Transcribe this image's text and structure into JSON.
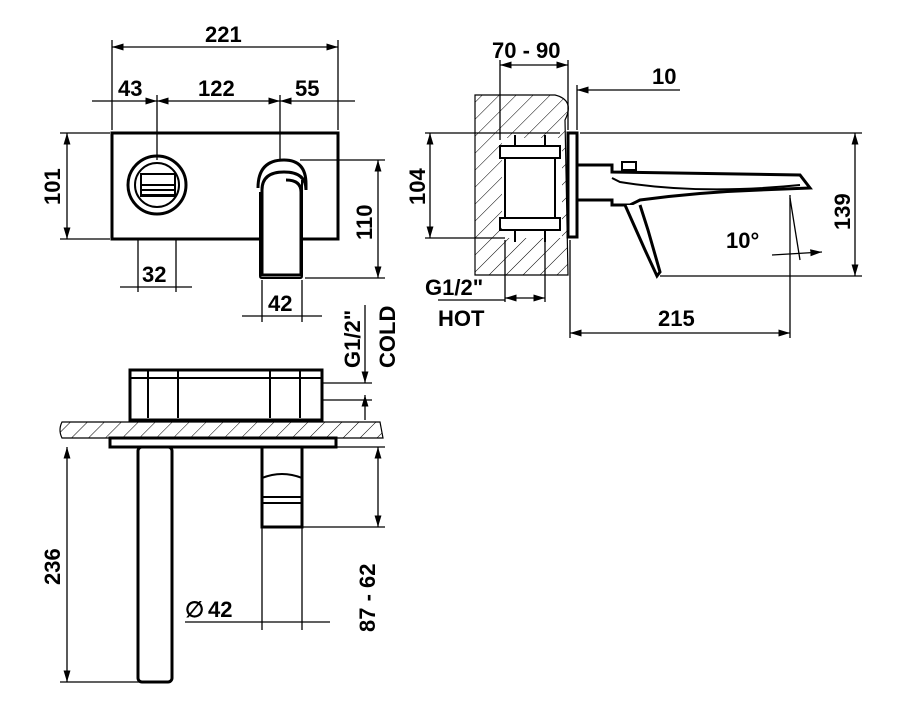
{
  "front_view": {
    "dim_overall_width": "221",
    "dim_left_offset": "43",
    "dim_center_spacing": "122",
    "dim_right_offset": "55",
    "dim_plate_height": "101",
    "dim_handle_drop": "110",
    "dim_control_width": "32",
    "dim_spout_width": "42"
  },
  "side_view": {
    "dim_wall_depth": "70 - 90",
    "dim_plate_thickness": "10",
    "dim_body_height": "104",
    "dim_total_height": "139",
    "dim_projection": "215",
    "dim_angle": "10°",
    "label_thread": "G1/2\"",
    "label_hot": "HOT"
  },
  "top_view": {
    "label_thread": "G1/2\"",
    "label_cold": "COLD",
    "dim_spout_length": "236",
    "dim_handle_range": "87 - 62",
    "dim_diameter": "42",
    "diameter_symbol": "∅"
  }
}
